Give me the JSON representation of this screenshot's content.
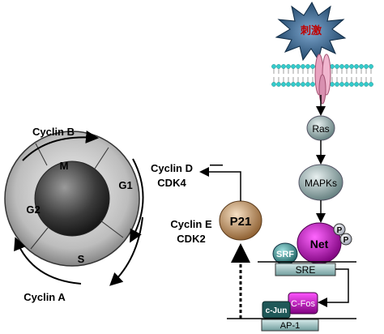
{
  "stimulus": {
    "label": "刺激"
  },
  "cell_cycle": {
    "phases": [
      "M",
      "G1",
      "S",
      "G2"
    ],
    "cyclins": {
      "b": "Cyclin B",
      "a": "Cyclin A",
      "d": "Cyclin D",
      "cdk4": "CDK4",
      "e": "Cyclin E",
      "cdk2": "CDK2"
    }
  },
  "signaling": {
    "ras": "Ras",
    "mapks": "MAPKs",
    "net": "Net",
    "phospho": "P",
    "srf": "SRF",
    "sre": "SRE",
    "c_fos": "C-Fos",
    "c_jun": "c-Jun",
    "ap1": "AP-1",
    "p21": "P21",
    "inhibit_sign": "—"
  },
  "colors": {
    "stimulus": "#1d4f7a",
    "stimulus_text": "#c00000",
    "membrane_head": "#33cccc",
    "channel": "#e9a3c0",
    "ras": "#8fa8a8",
    "net": "#a000a0",
    "p21": "#c89560",
    "srf": "#2a8a8a",
    "box": "#8fbcbc",
    "c_fos": "#b000b0"
  }
}
